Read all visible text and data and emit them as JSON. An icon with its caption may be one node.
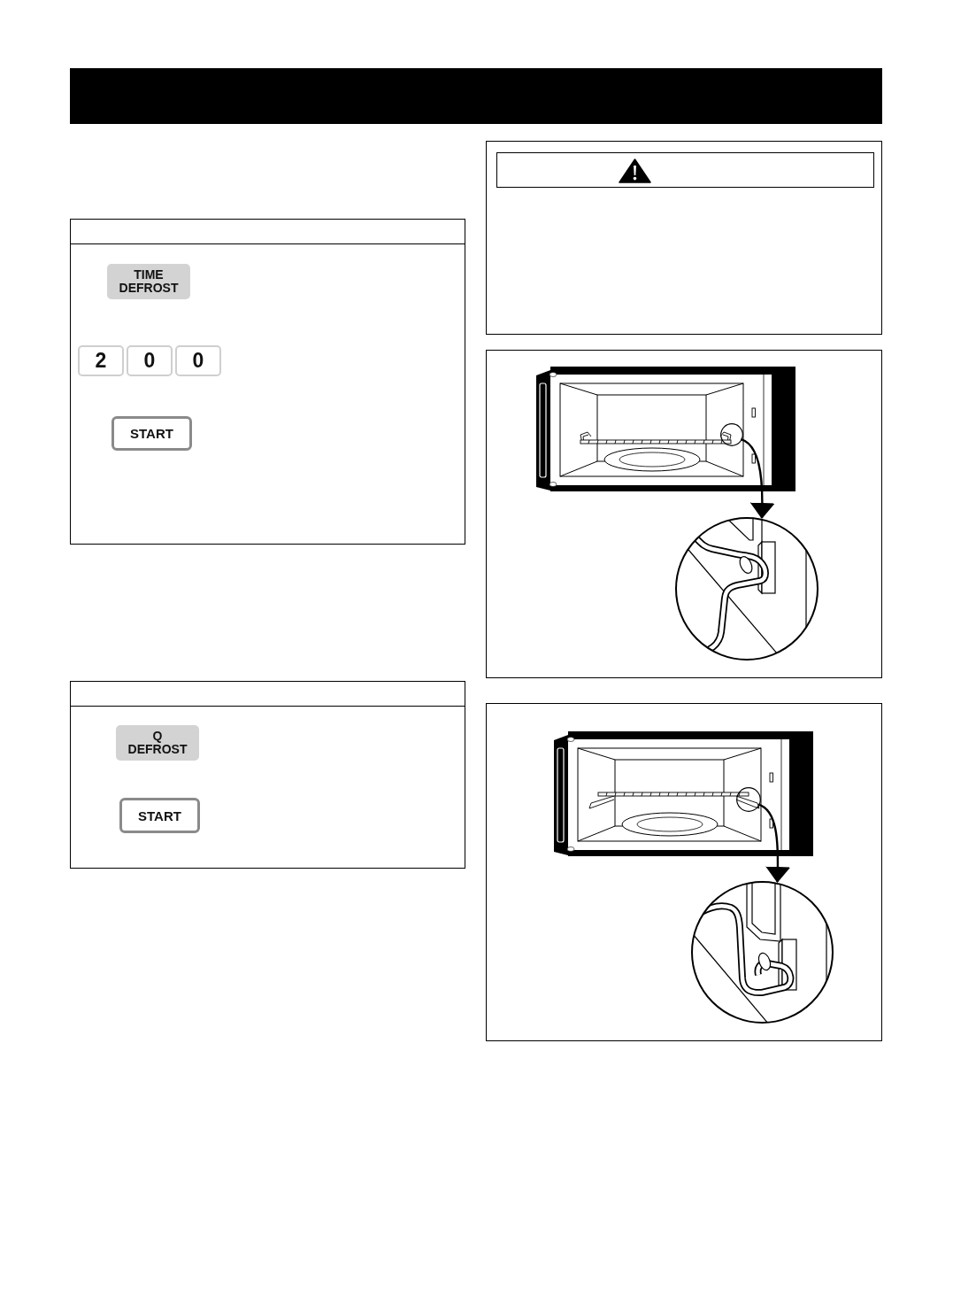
{
  "diagram": {
    "nodes": [
      {
        "text": [],
        "shape": "bar"
      },
      {
        "text": [],
        "shape": "box"
      },
      {
        "text": [
          "TIME DEFROST"
        ],
        "in": 1
      },
      {
        "text": [
          "2"
        ],
        "in": 1
      },
      {
        "text": [
          "0"
        ],
        "in": 1
      },
      {
        "text": [
          "0"
        ],
        "in": 1
      },
      {
        "text": [
          "START"
        ],
        "in": 1
      },
      {
        "text": [],
        "shape": "box"
      },
      {
        "text": [
          "Q DEFROST"
        ],
        "in": 7
      },
      {
        "text": [
          "START"
        ],
        "in": 7
      },
      {
        "text": [],
        "shape": "box"
      },
      {
        "text": [],
        "shape": "box",
        "in": 10
      },
      {
        "text": [],
        "shape": "box"
      },
      {
        "text": [],
        "shape": "circle",
        "in": 12
      },
      {
        "text": [],
        "shape": "picture",
        "in": 12
      },
      {
        "text": [],
        "shape": "box"
      },
      {
        "text": [],
        "shape": "circle",
        "in": 15
      },
      {
        "text": [],
        "shape": "picture",
        "in": 15
      }
    ],
    "edges": [
      {
        "from": 13,
        "to": 14,
        "arrow": "to"
      },
      {
        "from": 16,
        "to": 17,
        "arrow": "to"
      }
    ]
  }
}
